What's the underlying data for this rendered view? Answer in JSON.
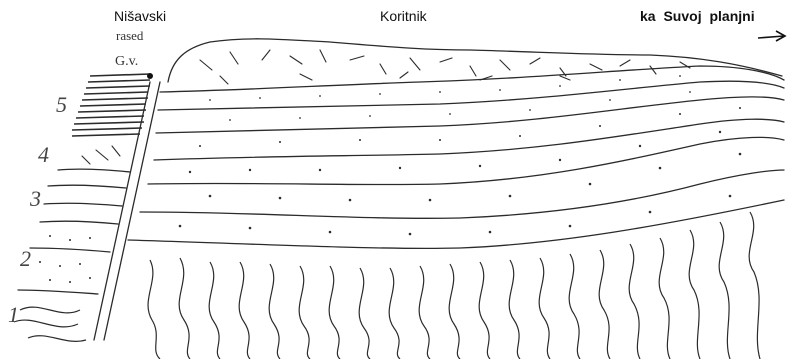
{
  "labels": {
    "top_left": "Nišavski",
    "top_middle": "Koritnik",
    "top_right": "ka Suvoj planjni",
    "fault": "rased",
    "marker": "G.v."
  },
  "layer_numbers": [
    "1",
    "2",
    "3",
    "4",
    "5"
  ],
  "colors": {
    "ink": "#2b2b2b",
    "paper": "#ffffff"
  }
}
